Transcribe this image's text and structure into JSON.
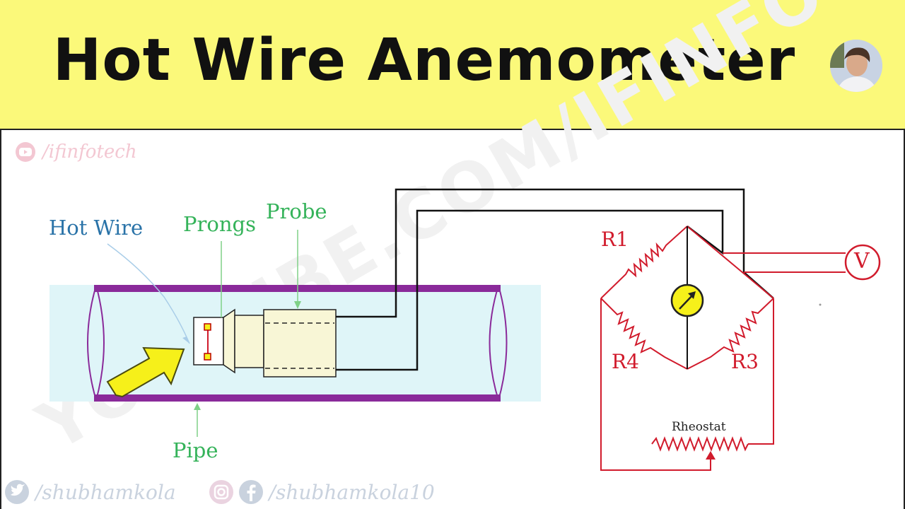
{
  "header": {
    "title": "Hot Wire Anemometer",
    "background": "#fbf97a"
  },
  "watermarks": {
    "top_channel": "/ifinfotech",
    "diagonal": "YOUTUBE.COM/IFINFOTECH"
  },
  "social": {
    "twitter_handle": "/shubhamkola",
    "instagram_facebook_handle": "/shubhamkola10"
  },
  "labels": {
    "hot_wire": "Hot Wire",
    "prongs": "Prongs",
    "probe": "Probe",
    "pipe": "Pipe",
    "r1": "R1",
    "r3": "R3",
    "r4": "R4",
    "voltmeter": "V",
    "rheostat": "Rheostat"
  },
  "colors": {
    "pipe_wall": "#8a2a9a",
    "pipe_fill": "#dff5f8",
    "circuit": "#d11b2c",
    "label_blue": "#2a73a8",
    "label_green": "#35b35a",
    "arrow": "#f6f01a",
    "galvanometer": "#f6f01a"
  }
}
